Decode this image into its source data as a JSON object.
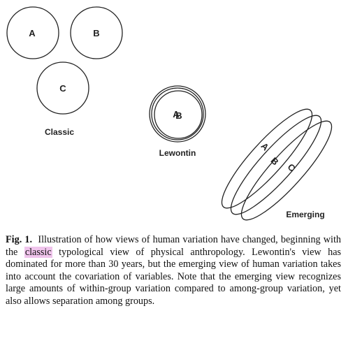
{
  "figure": {
    "classic": {
      "label": "Classic",
      "circles": [
        "A",
        "B",
        "C"
      ]
    },
    "lewontin": {
      "label": "Lewontin",
      "overlap_labels": [
        "A",
        "B"
      ]
    },
    "emerging": {
      "label": "Emerging",
      "ellipses": [
        "A",
        "B",
        "C"
      ]
    }
  },
  "caption": {
    "fig_label": "Fig. 1.",
    "text_before": "Illustration of how views of human variation have changed, beginning with the",
    "highlighted": "classic",
    "text_after": "typological view of physical anthropology. Lewontin's view has dominated for more than 30 years, but the emerging view of human variation takes into account the covariation of variables. Note that the emerging view recognizes large amounts of within-group variation compared to among-group variation, yet also allows separation among groups."
  },
  "colors": {
    "stroke": "#222222",
    "highlight": "#f0c4ec"
  }
}
